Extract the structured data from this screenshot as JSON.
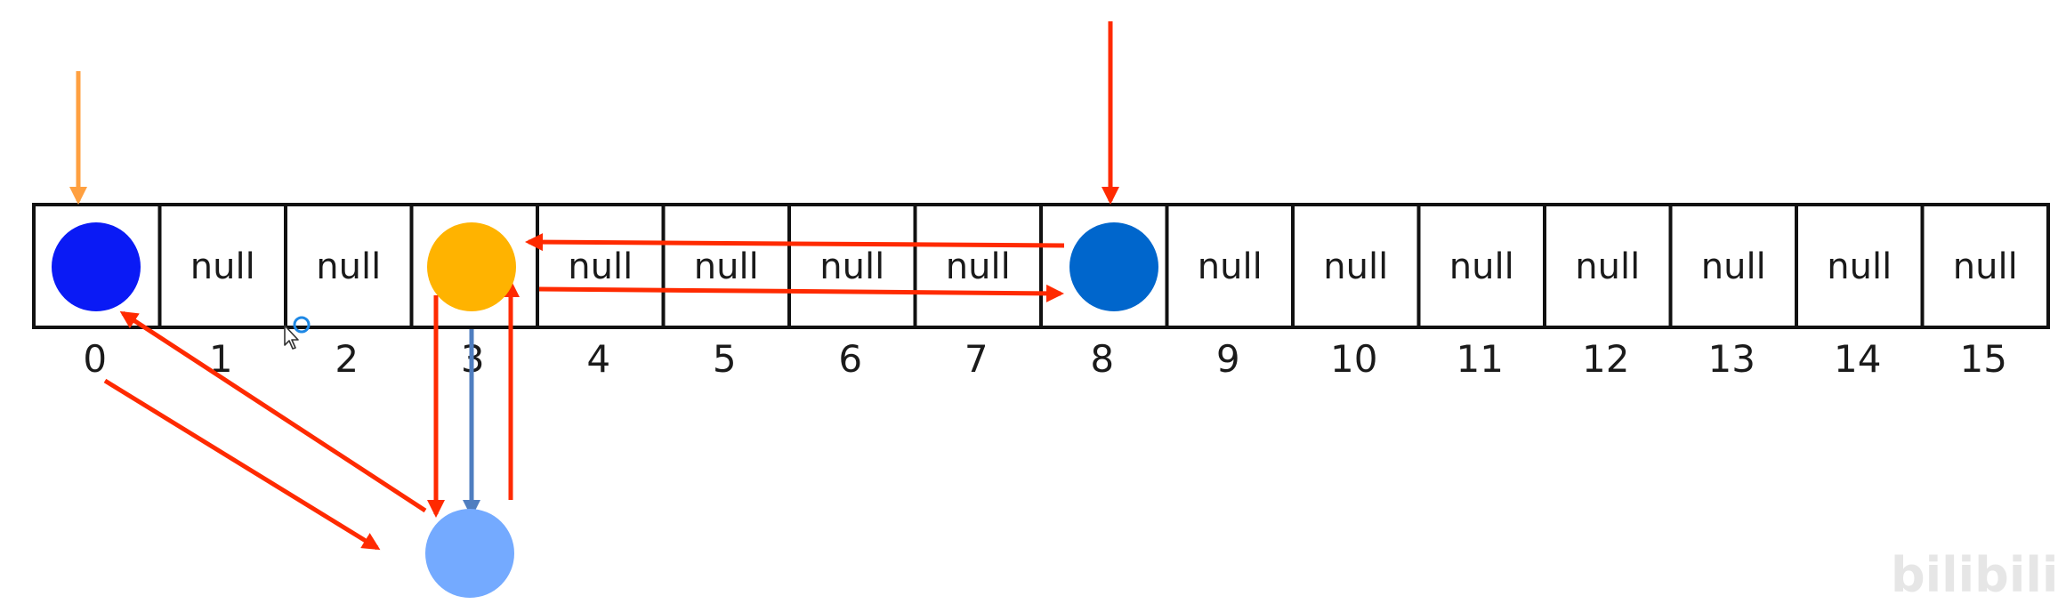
{
  "array": {
    "indices": [
      "0",
      "1",
      "2",
      "3",
      "4",
      "5",
      "6",
      "7",
      "8",
      "9",
      "10",
      "11",
      "12",
      "13",
      "14",
      "15"
    ],
    "cells": [
      {
        "text": "",
        "node": "node-0"
      },
      {
        "text": "null"
      },
      {
        "text": "null"
      },
      {
        "text": "",
        "node": "node-3"
      },
      {
        "text": "null"
      },
      {
        "text": "null"
      },
      {
        "text": "null"
      },
      {
        "text": "null"
      },
      {
        "text": "",
        "node": "node-8"
      },
      {
        "text": "null"
      },
      {
        "text": "null"
      },
      {
        "text": "null"
      },
      {
        "text": "null"
      },
      {
        "text": "null"
      },
      {
        "text": "null"
      },
      {
        "text": "null"
      }
    ]
  },
  "nodes": {
    "node-0": {
      "color": "#0a1af5"
    },
    "node-3": {
      "color": "#ffb300"
    },
    "node-8": {
      "color": "#0066cc"
    },
    "node-below": {
      "color": "#74aaff"
    }
  },
  "colors": {
    "arrow_red": "#ff2a00",
    "arrow_orange": "#ffa040",
    "arrow_blue": "#4f7ec0",
    "grid_line": "#111111",
    "cursor_ring": "#1e88e5"
  },
  "watermark": {
    "text": "bilibili"
  }
}
